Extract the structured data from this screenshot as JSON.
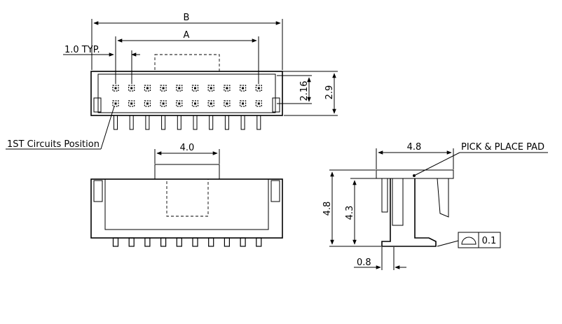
{
  "labels": {
    "dim_b": "B",
    "dim_a": "A",
    "pitch": "1.0 TYP.",
    "first_circuit": "1ST Circuits Position",
    "height_216": "2.16",
    "height_29": "2.9",
    "width_40": "4.0",
    "width_48": "4.8",
    "pick_place": "PICK & PLACE PAD",
    "side_height_48": "4.8",
    "side_height_43": "4.3",
    "foot_08": "0.8",
    "flatness_value": "0.1"
  },
  "pins_per_row": 10
}
